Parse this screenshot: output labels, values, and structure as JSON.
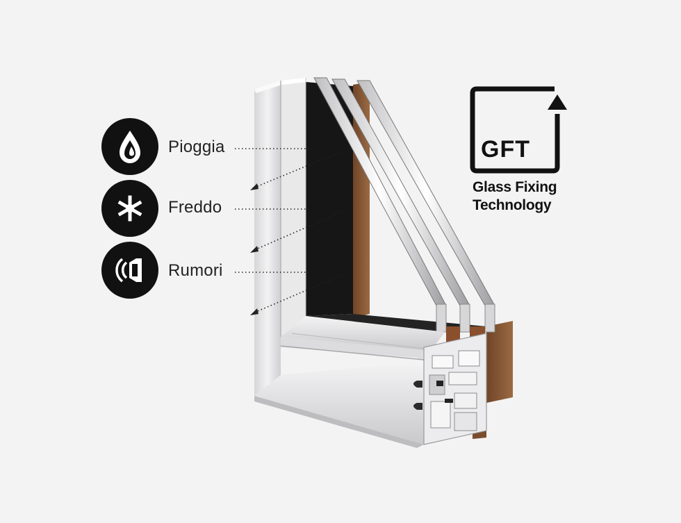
{
  "features": [
    {
      "label": "Pioggia",
      "icon": "raindrop-icon"
    },
    {
      "label": "Freddo",
      "icon": "snowflake-icon"
    },
    {
      "label": "Rumori",
      "icon": "speaker-icon"
    }
  ],
  "logo": {
    "mark_text": "GFT",
    "caption_line1": "Glass Fixing",
    "caption_line2": "Technology"
  },
  "colors": {
    "background": "#f3f3f3",
    "icon_fill": "#111111",
    "aluminium": "#e4e4e6",
    "wood": "#8a5a36",
    "glass_spacer": "#1a1a1a"
  }
}
